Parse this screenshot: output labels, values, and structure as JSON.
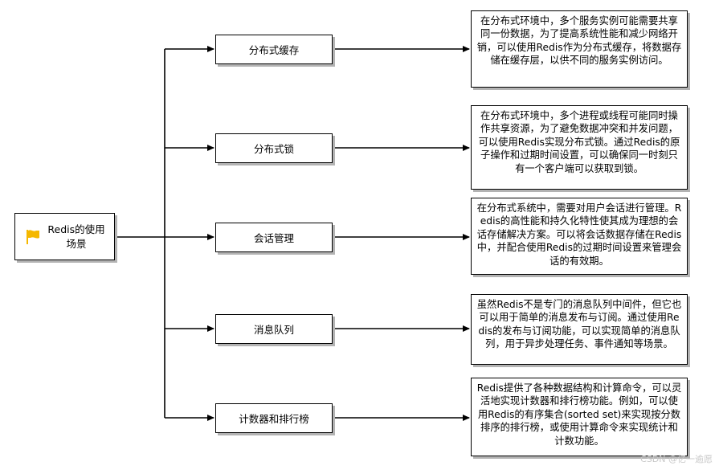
{
  "diagram": {
    "root": {
      "label": "Redis的使用场景",
      "icon": "flag-icon",
      "icon_color": "#f5b800"
    },
    "categories": [
      {
        "label": "分布式缓存",
        "description": "在分布式环境中，多个服务实例可能需要共享同一份数据，为了提高系统性能和减少网络开销，可以使用Redis作为分布式缓存，将数据存储在缓存层，以供不同的服务实例访问。"
      },
      {
        "label": "分布式锁",
        "description": "在分布式环境中，多个进程或线程可能同时操作共享资源，为了避免数据冲突和并发问题，可以使用Redis实现分布式锁。通过Redis的原子操作和过期时间设置，可以确保同一时刻只有一个客户端可以获取到锁。"
      },
      {
        "label": "会话管理",
        "description": "在分布式系统中，需要对用户会话进行管理。Redis的高性能和持久化特性使其成为理想的会话存储解决方案。可以将会话数据存储在Redis中，并配合使用Redis的过期时间设置来管理会话的有效期。"
      },
      {
        "label": "消息队列",
        "description": "虽然Redis不是专门的消息队列中间件，但它也可以用于简单的消息发布与订阅。通过使用Redis的发布与订阅功能，可以实现简单的消息队列，用于异步处理任务、事件通知等场景。"
      },
      {
        "label": "计数器和排行榜",
        "description": "Redis提供了各种数据结构和计算命令，可以灵活地实现计数器和排行榜功能。例如，可以使用Redis的有序集合(sorted set)来实现按分数排序的排行榜，或使用计算命令来实现统计和计数功能。"
      }
    ],
    "watermark": "CSDN @亿一逾愿"
  }
}
